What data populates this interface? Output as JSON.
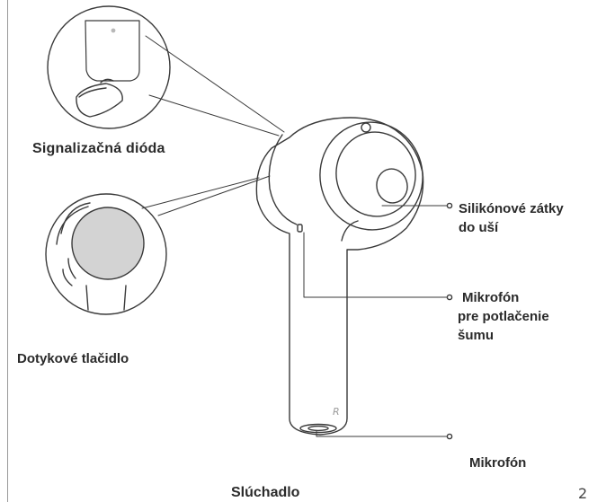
{
  "labels": {
    "signal_diode": "Signalizačná dióda",
    "touch_button": "Dotykové tlačidlo",
    "ear_tips_line1": "Silikónové zátky",
    "ear_tips_line2": "do uší",
    "noise_mic_line1": "Mikrofón",
    "noise_mic_line2": "pre potlačenie",
    "noise_mic_line3": "šumu",
    "bottom_mic": "Mikrofón",
    "earphone": "Slúchadlo"
  },
  "earbud_side_mark": "R",
  "page_number": "2",
  "colors": {
    "line": "#3a3a3a",
    "text": "#2a2a2a",
    "touch_pad": "#d3d3d3"
  }
}
